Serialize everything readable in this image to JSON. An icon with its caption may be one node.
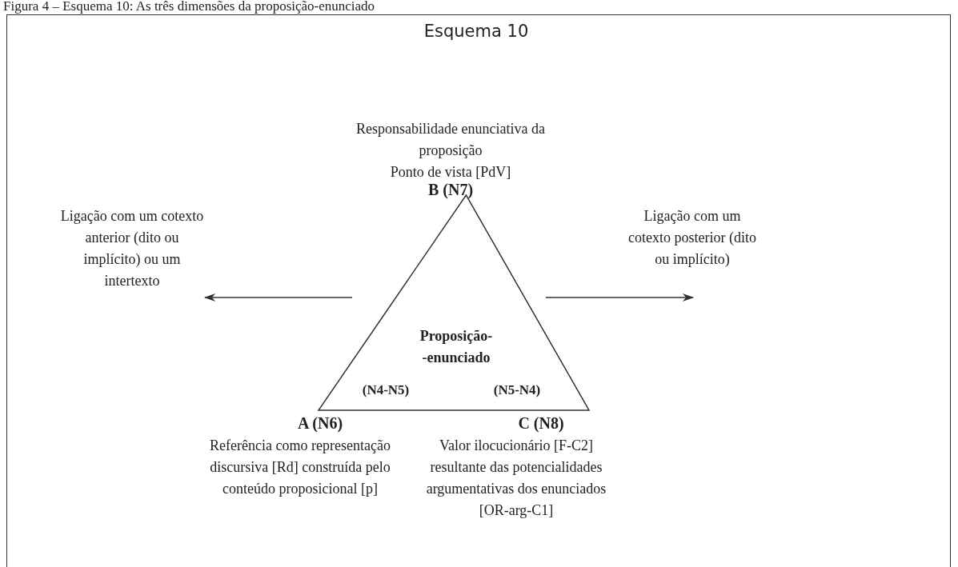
{
  "diagram": {
    "title": "Figura 4 – Esquema 10: As três dimensões da proposição-enunciado",
    "nodes": [
      {
        "text": [
          "Proposição- -enunciado",
          "(N4-N5)",
          "(N5-N4)"
        ]
      },
      {
        "text": [
          "Ligação com um cotexto anterior (dito ou implícito) ou um intertexto"
        ]
      },
      {
        "text": [
          "Ligação com um cotexto posterior (dito ou implícito)"
        ]
      }
    ],
    "edges": [
      {
        "from": 0,
        "to": 1,
        "arrow": "to"
      },
      {
        "from": 0,
        "to": 2,
        "arrow": "to"
      }
    ],
    "labels": [
      "Esquema 10",
      "Responsabilidade enunciativa da proposição",
      "Ponto de vista [PdV]",
      "B (N7)",
      "A (N6)",
      "C (N8)",
      "Referência como representação discursiva [Rd] construída pelo conteúdo proposicional [p]",
      "Valor ilocucionário [F-C2] resultante das potencialidades argumentativas dos enunciados [OR-arg-C1]"
    ]
  }
}
